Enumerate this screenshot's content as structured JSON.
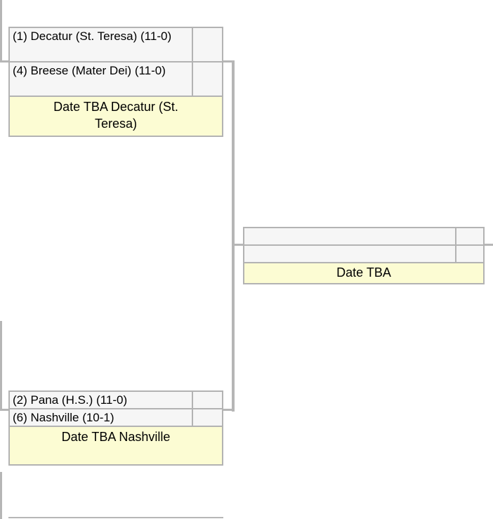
{
  "colors": {
    "line": "#b6b6b6",
    "border": "#b3b3b3",
    "cell": "#f6f6f6",
    "result": "#fcfcd3",
    "text": "#000000"
  },
  "bracket": {
    "semifinal_top": {
      "team1": {
        "name": "(1) Decatur (St. Teresa) (11-0)",
        "score": ""
      },
      "team2": {
        "name": "(4) Breese (Mater Dei) (11-0)",
        "score": ""
      },
      "result": "Date TBA Decatur (St. Teresa)"
    },
    "semifinal_bottom": {
      "team1": {
        "name": "(2) Pana (H.S.) (11-0)",
        "score": ""
      },
      "team2": {
        "name": "(6) Nashville (10-1)",
        "score": ""
      },
      "result": "Date TBA Nashville"
    },
    "final": {
      "team1": {
        "name": "",
        "score": ""
      },
      "team2": {
        "name": "",
        "score": ""
      },
      "result": "Date TBA"
    }
  }
}
